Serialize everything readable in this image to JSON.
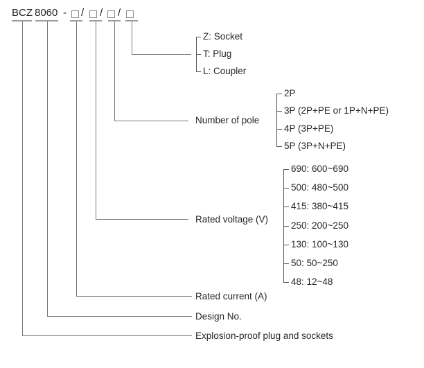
{
  "header": {
    "series": "BCZ",
    "design_code": "8060",
    "separator": "-",
    "divider": "/"
  },
  "device_type": {
    "options": [
      "Z: Socket",
      "T: Plug",
      "L: Coupler"
    ]
  },
  "poles": {
    "label": "Number of pole",
    "options": [
      "2P",
      "3P (2P+PE or 1P+N+PE)",
      "4P (3P+PE)",
      "5P (3P+N+PE)"
    ]
  },
  "voltage": {
    "label": "Rated voltage (V)",
    "options": [
      "690: 600~690",
      "500: 480~500",
      "415: 380~415",
      "250: 200~250",
      "130: 100~130",
      "50: 50~250",
      "48: 12~48"
    ]
  },
  "current": {
    "label": "Rated current (A)"
  },
  "design": {
    "label": "Design No."
  },
  "family": {
    "label": "Explosion-proof plug and sockets"
  },
  "colors": {
    "text": "#262626",
    "line": "#777777",
    "bracket": "#555555",
    "underline": "#9c9c9c",
    "background": "#ffffff"
  }
}
